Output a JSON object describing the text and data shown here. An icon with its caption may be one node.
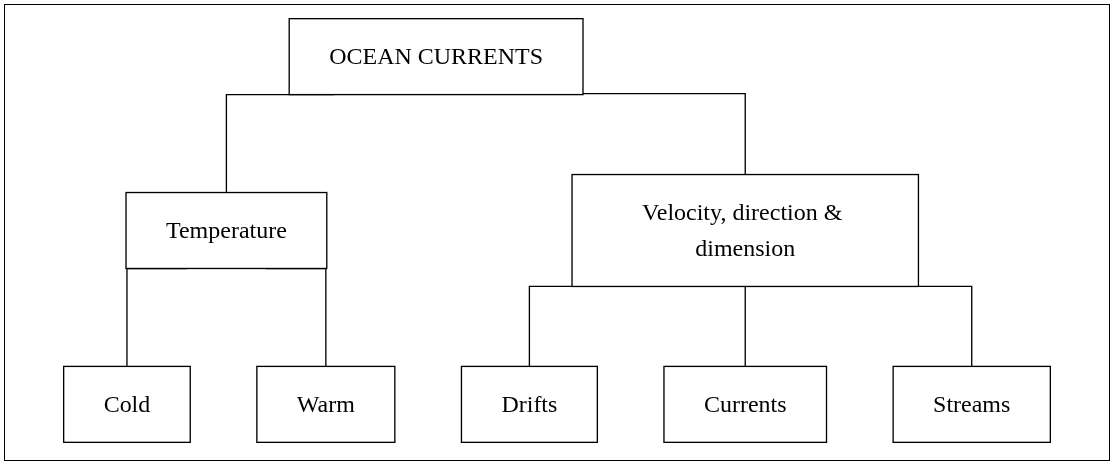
{
  "diagram": {
    "nodes": [
      {
        "text": [
          "OCEAN CURRENTS"
        ]
      },
      {
        "text": [
          "Temperature"
        ]
      },
      {
        "text": [
          "Velocity, direction & dimension"
        ]
      },
      {
        "text": [
          "Cold"
        ]
      },
      {
        "text": [
          "Warm"
        ]
      },
      {
        "text": [
          "Drifts"
        ]
      },
      {
        "text": [
          "Currents"
        ]
      },
      {
        "text": [
          "Streams"
        ]
      }
    ],
    "edges": [
      {
        "from": 0,
        "to": 1,
        "arrow": "none"
      },
      {
        "from": 0,
        "to": 2,
        "arrow": "none"
      },
      {
        "from": 1,
        "to": 3,
        "arrow": "none"
      },
      {
        "from": 1,
        "to": 4,
        "arrow": "none"
      },
      {
        "from": 2,
        "to": 5,
        "arrow": "none"
      },
      {
        "from": 2,
        "to": 6,
        "arrow": "none"
      },
      {
        "from": 2,
        "to": 7,
        "arrow": "none"
      }
    ]
  }
}
